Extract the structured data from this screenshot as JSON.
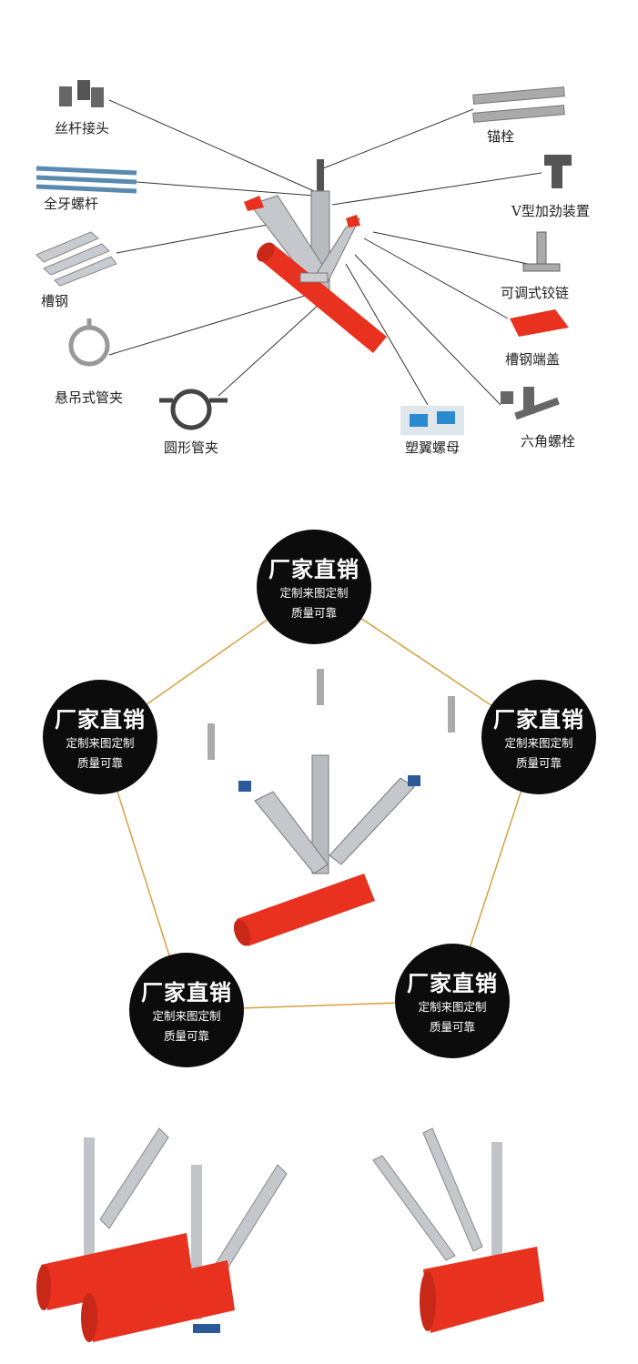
{
  "parts_diagram": {
    "left_labels": [
      "丝杆接头",
      "全牙螺杆",
      "槽钢",
      "悬吊式管夹",
      "圆形管夹"
    ],
    "right_labels": [
      "锚栓",
      "V型加劲装置",
      "可调式铰链",
      "槽钢端盖",
      "六角螺栓",
      "塑翼螺母"
    ]
  },
  "features": [
    {
      "title": "厂家直销",
      "line1": "定制来图定制",
      "line2": "质量可靠"
    },
    {
      "title": "厂家直销",
      "line1": "定制来图定制",
      "line2": "质量可靠"
    },
    {
      "title": "厂家直销",
      "line1": "定制来图定制",
      "line2": "质量可靠"
    },
    {
      "title": "厂家直销",
      "line1": "定制来图定制",
      "line2": "质量可靠"
    },
    {
      "title": "厂家直销",
      "line1": "定制来图定制",
      "line2": "质量可靠"
    }
  ],
  "colors": {
    "pipe": "#e8321f",
    "connector": "#d8a040",
    "circle": "#0c0c0c",
    "steel": "#b8bcc0",
    "cap": "#2a5a9a"
  }
}
